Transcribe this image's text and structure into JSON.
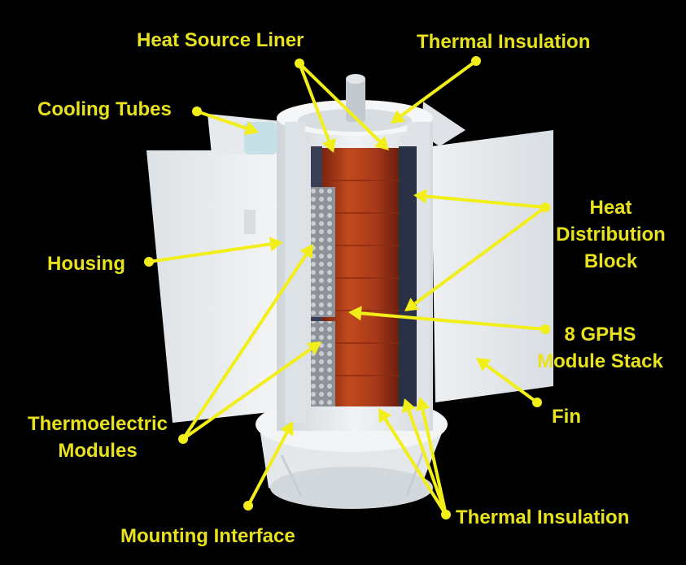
{
  "labels": {
    "heat_source_liner": "Heat Source Liner",
    "thermal_insulation_top": "Thermal Insulation",
    "cooling_tubes": "Cooling Tubes",
    "heat_distribution_block": [
      "Heat",
      "Distribution",
      "Block"
    ],
    "housing": "Housing",
    "gphs_module_stack": [
      "8 GPHS",
      "Module Stack"
    ],
    "fin": "Fin",
    "thermoelectric_modules": [
      "Thermoelectric",
      "Modules"
    ],
    "thermal_insulation_bottom": "Thermal Insulation",
    "mounting_interface": "Mounting Interface"
  },
  "colors": {
    "background": "#000000",
    "label": "#e8e21e",
    "leader": "#f2ee19",
    "body": "#e9ecee",
    "core": "#b8401a"
  }
}
